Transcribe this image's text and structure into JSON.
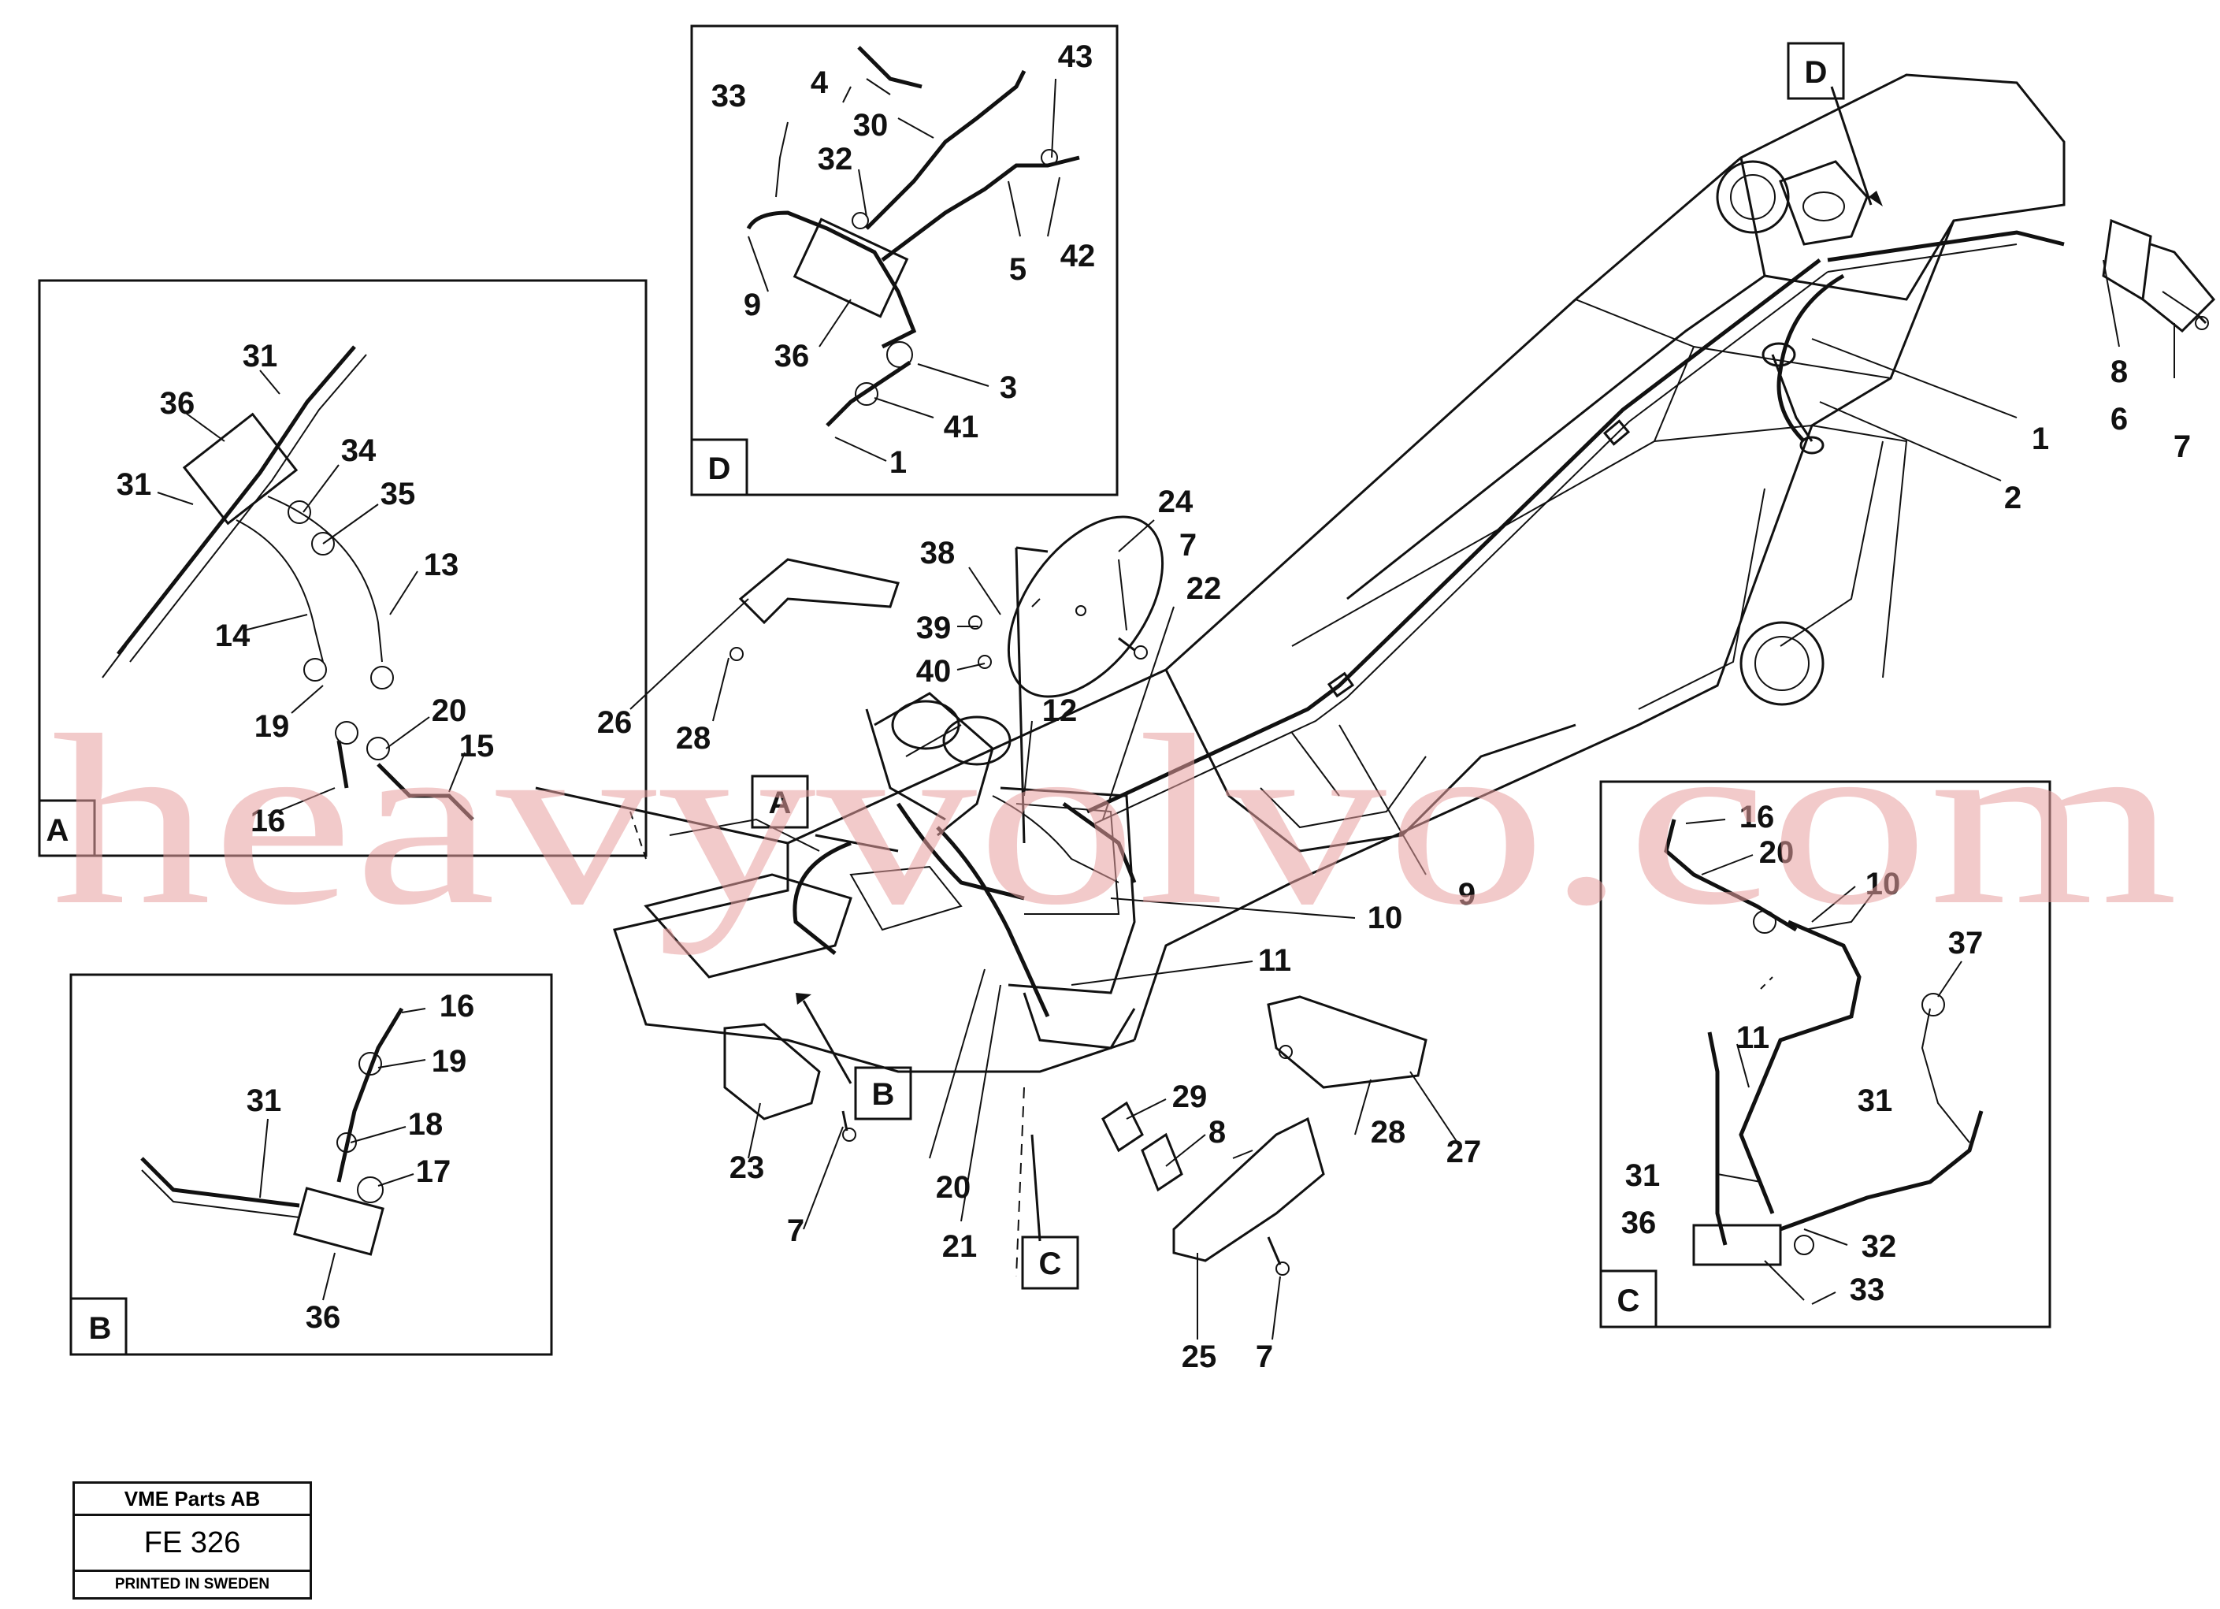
{
  "watermark": "heavyvolvo.com",
  "footer": {
    "company": "VME Parts AB",
    "code": "FE 326",
    "printed": "PRINTED IN SWEDEN"
  },
  "insets": {
    "A": {
      "letter": "A",
      "labels": [
        "31",
        "36",
        "31",
        "34",
        "35",
        "13",
        "14",
        "19",
        "20",
        "15",
        "16"
      ]
    },
    "B": {
      "letter": "B",
      "labels": [
        "16",
        "19",
        "31",
        "18",
        "17",
        "36"
      ]
    },
    "C": {
      "letter": "C",
      "labels": [
        "16",
        "20",
        "10",
        "37",
        "11",
        "31",
        "31",
        "36",
        "32",
        "33"
      ]
    },
    "D": {
      "letter": "D",
      "labels": [
        "4",
        "43",
        "33",
        "30",
        "32",
        "42",
        "5",
        "9",
        "36",
        "3",
        "41",
        "1"
      ]
    }
  },
  "main": {
    "callouts": [
      "A",
      "B",
      "C",
      "D"
    ],
    "labels": [
      "8",
      "6",
      "7",
      "1",
      "2",
      "24",
      "7",
      "38",
      "22",
      "39",
      "40",
      "12",
      "26",
      "28",
      "9",
      "10",
      "11",
      "20",
      "21",
      "23",
      "7",
      "29",
      "8",
      "28",
      "27",
      "25",
      "7"
    ]
  }
}
